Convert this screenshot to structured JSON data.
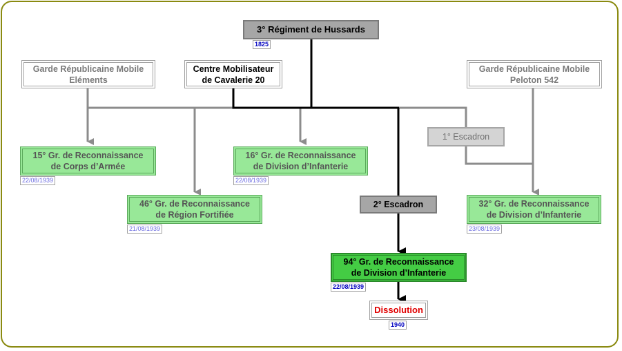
{
  "nodes": {
    "regiment": {
      "label": "3° Régiment de Hussards",
      "date": "1825"
    },
    "grm_elements": {
      "line1": "Garde Républicaine Mobile",
      "line2": "Eléments"
    },
    "cmc20": {
      "line1": "Centre Mobilisateur",
      "line2": "de Cavalerie 20"
    },
    "grm_peloton": {
      "line1": "Garde Républicaine Mobile",
      "line2": "Peloton 542"
    },
    "escadron1": {
      "label": "1° Escadron"
    },
    "escadron2": {
      "label": "2° Escadron"
    },
    "gr15": {
      "line1": "15° Gr. de Reconnaissance",
      "line2": "de Corps d’Armée",
      "date": "22/08/1939"
    },
    "gr16": {
      "line1": "16° Gr. de Reconnaissance",
      "line2": "de Division d’Infanterie",
      "date": "22/08/1939"
    },
    "gr46": {
      "line1": "46° Gr. de Reconnaissance",
      "line2": "de Région Fortifiée",
      "date": "21/08/1939"
    },
    "gr32": {
      "line1": "32° Gr. de Reconnaissance",
      "line2": "de Division d’Infanterie",
      "date": "23/08/1939"
    },
    "gr94": {
      "line1": "94° Gr. de Reconnaissance",
      "line2": "de Division d’Infanterie",
      "date": "22/08/1939"
    },
    "dissolution": {
      "label": "Dissolution",
      "date": "1940"
    }
  },
  "colors": {
    "frame": "#8a8a10",
    "gray_line": "#8c8c8c",
    "black_line": "#000000",
    "green_box": "#98e898",
    "green_strong": "#44cc44",
    "dissolution_text": "#e00000",
    "date_text": "#0000c0"
  }
}
